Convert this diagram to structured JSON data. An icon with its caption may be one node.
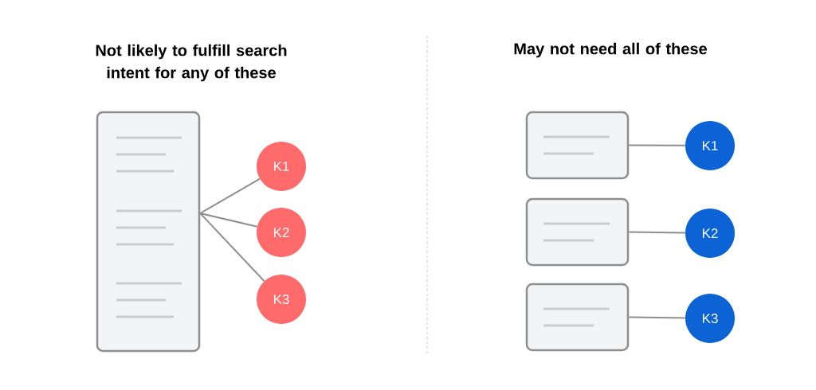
{
  "diagram": {
    "nodes": [
      {
        "text": [],
        "shape": "box"
      },
      {
        "text": [
          "K1"
        ]
      },
      {
        "text": [
          "K2"
        ]
      },
      {
        "text": [
          "K3"
        ]
      },
      {
        "text": [],
        "shape": "box"
      },
      {
        "text": [],
        "shape": "box"
      },
      {
        "text": [],
        "shape": "box"
      },
      {
        "text": [
          "K1"
        ]
      },
      {
        "text": [
          "K2"
        ]
      },
      {
        "text": [
          "K3"
        ]
      }
    ],
    "edges": [
      {
        "from": 0,
        "to": 1,
        "arrow": "none"
      },
      {
        "from": 0,
        "to": 2,
        "arrow": "none"
      },
      {
        "from": 0,
        "to": 3,
        "arrow": "none"
      },
      {
        "from": 4,
        "to": 7,
        "arrow": "none"
      },
      {
        "from": 5,
        "to": 8,
        "arrow": "none"
      },
      {
        "from": 6,
        "to": 9,
        "arrow": "none"
      }
    ],
    "labels": [
      "Not likely to fulfill search intent for any of these",
      "May not need all of these"
    ]
  }
}
